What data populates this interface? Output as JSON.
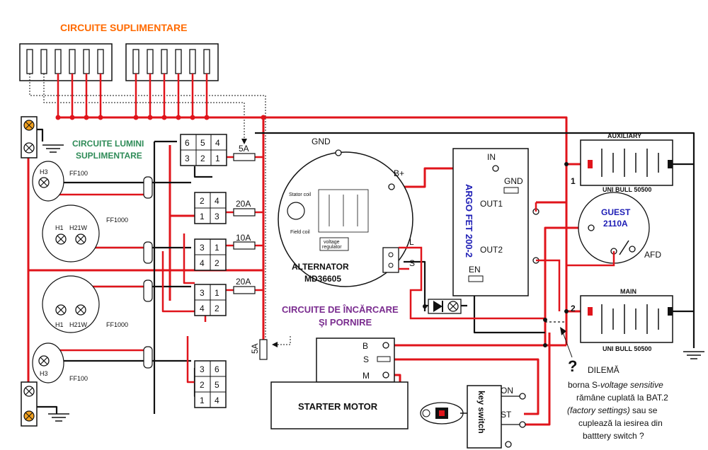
{
  "headings": {
    "supplementary_circuits": "CIRCUITE SUPLIMENTARE",
    "lights_line1": "CIRCUITE LUMINI",
    "lights_line2": "SUPLIMENTARE",
    "charging_line1": "CIRCUITE DE ÎNCĂRCARE",
    "charging_line2": "ŞI PORNIRE"
  },
  "colors": {
    "red_wire": "#e0141b",
    "black_wire": "#111111",
    "orange_title": "#ff6a00",
    "green_title": "#2e8b57",
    "purple_title": "#7a2c8f",
    "blue_label": "#1d1db5",
    "lamp_orange": "#f0a020"
  },
  "lamps": {
    "h3_top": "H3",
    "ff100_top": "FF100",
    "h3_bottom": "H3",
    "ff100_bottom": "FF100",
    "h1_upper": "H1",
    "h21w_upper": "H21W",
    "ff1000_upper": "FF1000",
    "h1_lower": "H1",
    "h21w_lower": "H21W",
    "ff1000_lower": "FF1000"
  },
  "relays": {
    "r1": [
      "6",
      "5",
      "4",
      "3",
      "2",
      "1"
    ],
    "r2": [
      "2",
      "4",
      "1",
      "3"
    ],
    "r3": [
      "3",
      "1",
      "4",
      "2"
    ],
    "r4": [
      "3",
      "1",
      "4",
      "2"
    ],
    "r5": [
      "3",
      "6",
      "2",
      "5",
      "1",
      "4"
    ]
  },
  "fuses": {
    "f1": "5A",
    "f2": "20A",
    "f3": "10A",
    "f4": "20A",
    "f5": "5A"
  },
  "alternator": {
    "gnd": "GND",
    "bplus": "B+",
    "l": "L",
    "s": "S",
    "stator": "Stator coil",
    "field": "Field coil",
    "voltage": "voltage",
    "regulator": "regulator",
    "name": "ALTERNATOR",
    "model": "MD36605"
  },
  "argo": {
    "name": "ARGO FET 200-2",
    "in": "IN",
    "gnd": "GND",
    "out1": "OUT1",
    "out2": "OUT2",
    "en": "EN"
  },
  "batteries": {
    "aux_title": "AUXILIARY",
    "aux_model": "UNI BULL 50500",
    "main_title": "MAIN",
    "main_model": "UNI BULL 50500",
    "aux_num": "1",
    "main_num": "2"
  },
  "guest": {
    "line1": "GUEST",
    "line2": "2110A",
    "afd": "AFD"
  },
  "starter": {
    "label": "STARTER MOTOR",
    "b": "B",
    "s": "S",
    "m": "M"
  },
  "key_switch": {
    "label": "key switch",
    "on": "ON",
    "st": "ST"
  },
  "note": {
    "q": "?",
    "title": "DILEMĂ",
    "line1a": "borna S-",
    "line1b": "voltage sensitive",
    "line2": "rămâne cuplată la BAT.2",
    "line3a": "(factory settings)",
    "line3b": " sau se",
    "line4": "cuplează la iesirea din",
    "line5": "batttery switch ?"
  }
}
